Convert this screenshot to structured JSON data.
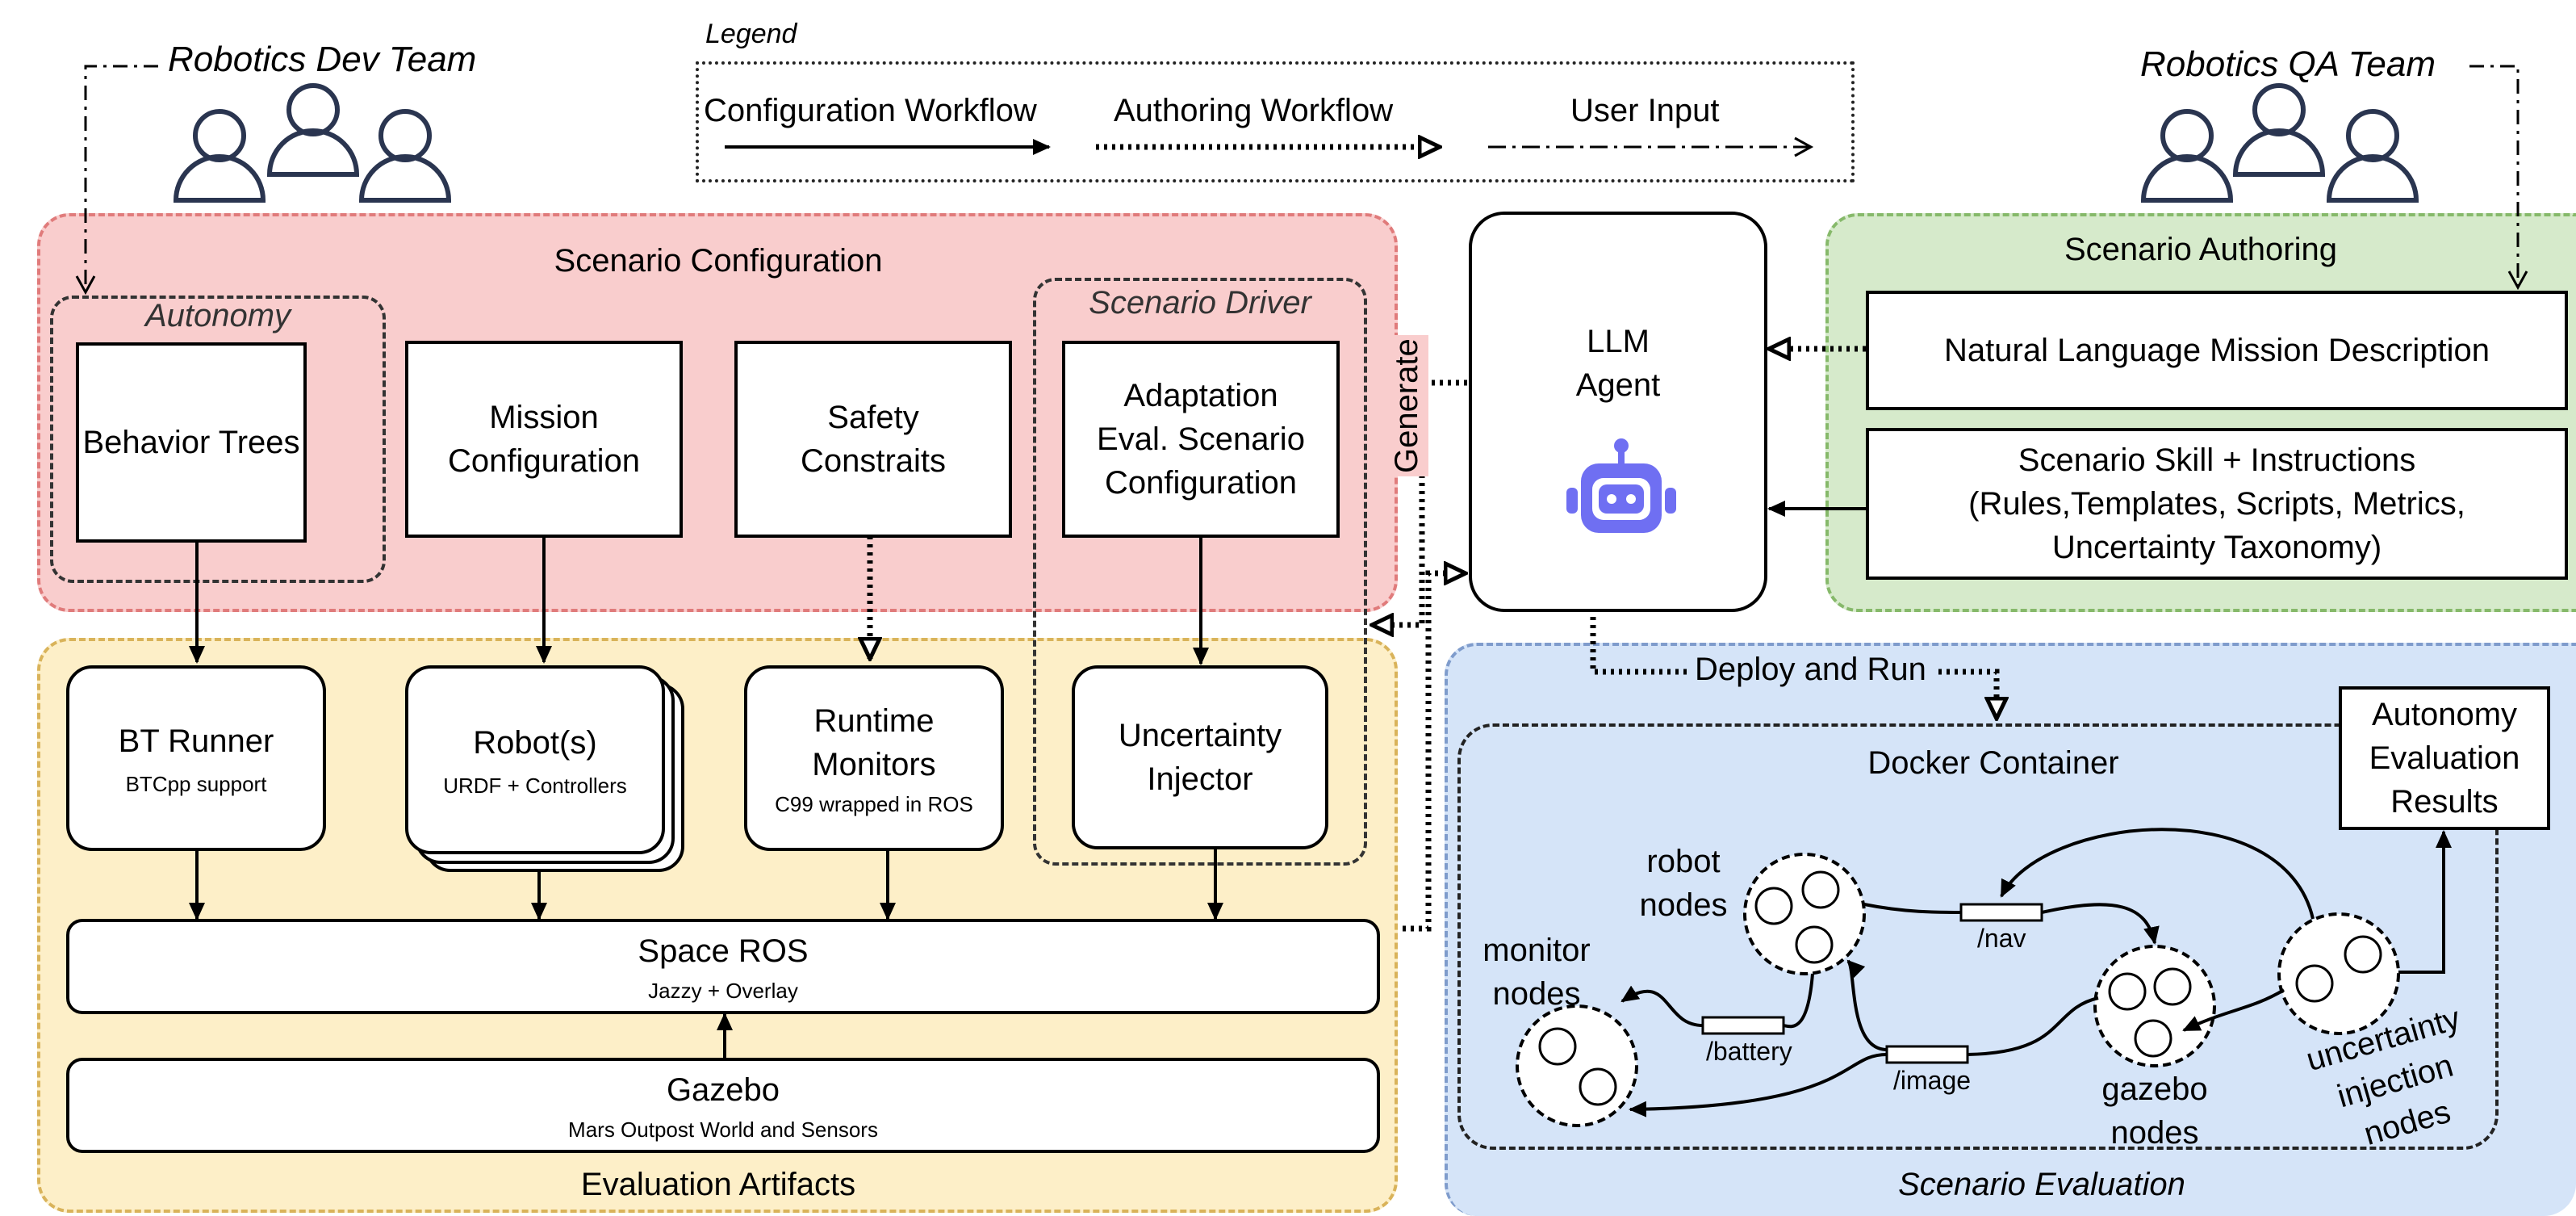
{
  "teams": {
    "dev": "Robotics Dev Team",
    "qa": "Robotics QA Team"
  },
  "legend": {
    "title": "Legend",
    "configuration": "Configuration Workflow",
    "authoring": "Authoring Workflow",
    "user_input": "User Input"
  },
  "scenario_configuration": {
    "title": "Scenario Configuration",
    "autonomy_label": "Autonomy",
    "driver_label": "Scenario Driver",
    "behavior_trees": "Behavior Trees",
    "mission_configuration": [
      "Mission",
      "Configuration"
    ],
    "safety": [
      "Safety",
      "Constraits"
    ],
    "adaptation": [
      "Adaptation",
      "Eval. Scenario",
      "Configuration"
    ]
  },
  "evaluation_artifacts": {
    "title": "Evaluation Artifacts",
    "bt_runner": {
      "title": "BT Runner",
      "sub": "BTCpp support"
    },
    "robots": {
      "title": "Robot(s)",
      "sub": "URDF + Controllers"
    },
    "monitors": {
      "title": [
        "Runtime",
        "Monitors"
      ],
      "sub": "C99 wrapped in ROS"
    },
    "injector": [
      "Uncertainty",
      "Injector"
    ],
    "space_ros": {
      "title": "Space ROS",
      "sub": "Jazzy + Overlay"
    },
    "gazebo": {
      "title": "Gazebo",
      "sub": "Mars Outpost World and Sensors"
    }
  },
  "llm_agent": {
    "title": [
      "LLM",
      "Agent"
    ],
    "icon": "robot-icon",
    "generate_label": "Generate",
    "deploy_label": "Deploy and Run"
  },
  "scenario_authoring": {
    "title": "Scenario Authoring",
    "mission_description": "Natural Language Mission Description",
    "skill": [
      "Scenario Skill + Instructions",
      "(Rules,Templates, Scripts, Metrics,",
      "Uncertainty Taxonomy)"
    ]
  },
  "scenario_evaluation": {
    "title": "Scenario Evaluation",
    "docker": "Docker Container",
    "results": [
      "Autonomy",
      "Evaluation",
      "Results"
    ],
    "robot_nodes": [
      "robot",
      "nodes"
    ],
    "monitor_nodes": [
      "monitor",
      "nodes"
    ],
    "gazebo_nodes": [
      "gazebo",
      "nodes"
    ],
    "uncertainty_nodes": [
      "uncertainty",
      "injection",
      "nodes"
    ],
    "topics": {
      "nav": "/nav",
      "battery": "/battery",
      "image": "/image"
    }
  },
  "colors": {
    "configuration_fill": "#f9cdcd",
    "configuration_border": "#e07b7b",
    "artifacts_fill": "#fdefc8",
    "artifacts_border": "#d9b35a",
    "authoring_fill": "#d6eacb",
    "authoring_border": "#86b96a",
    "evaluation_fill": "#d5e4f8",
    "evaluation_border": "#7f9ccc",
    "robot_icon": "#6f6ff2"
  }
}
